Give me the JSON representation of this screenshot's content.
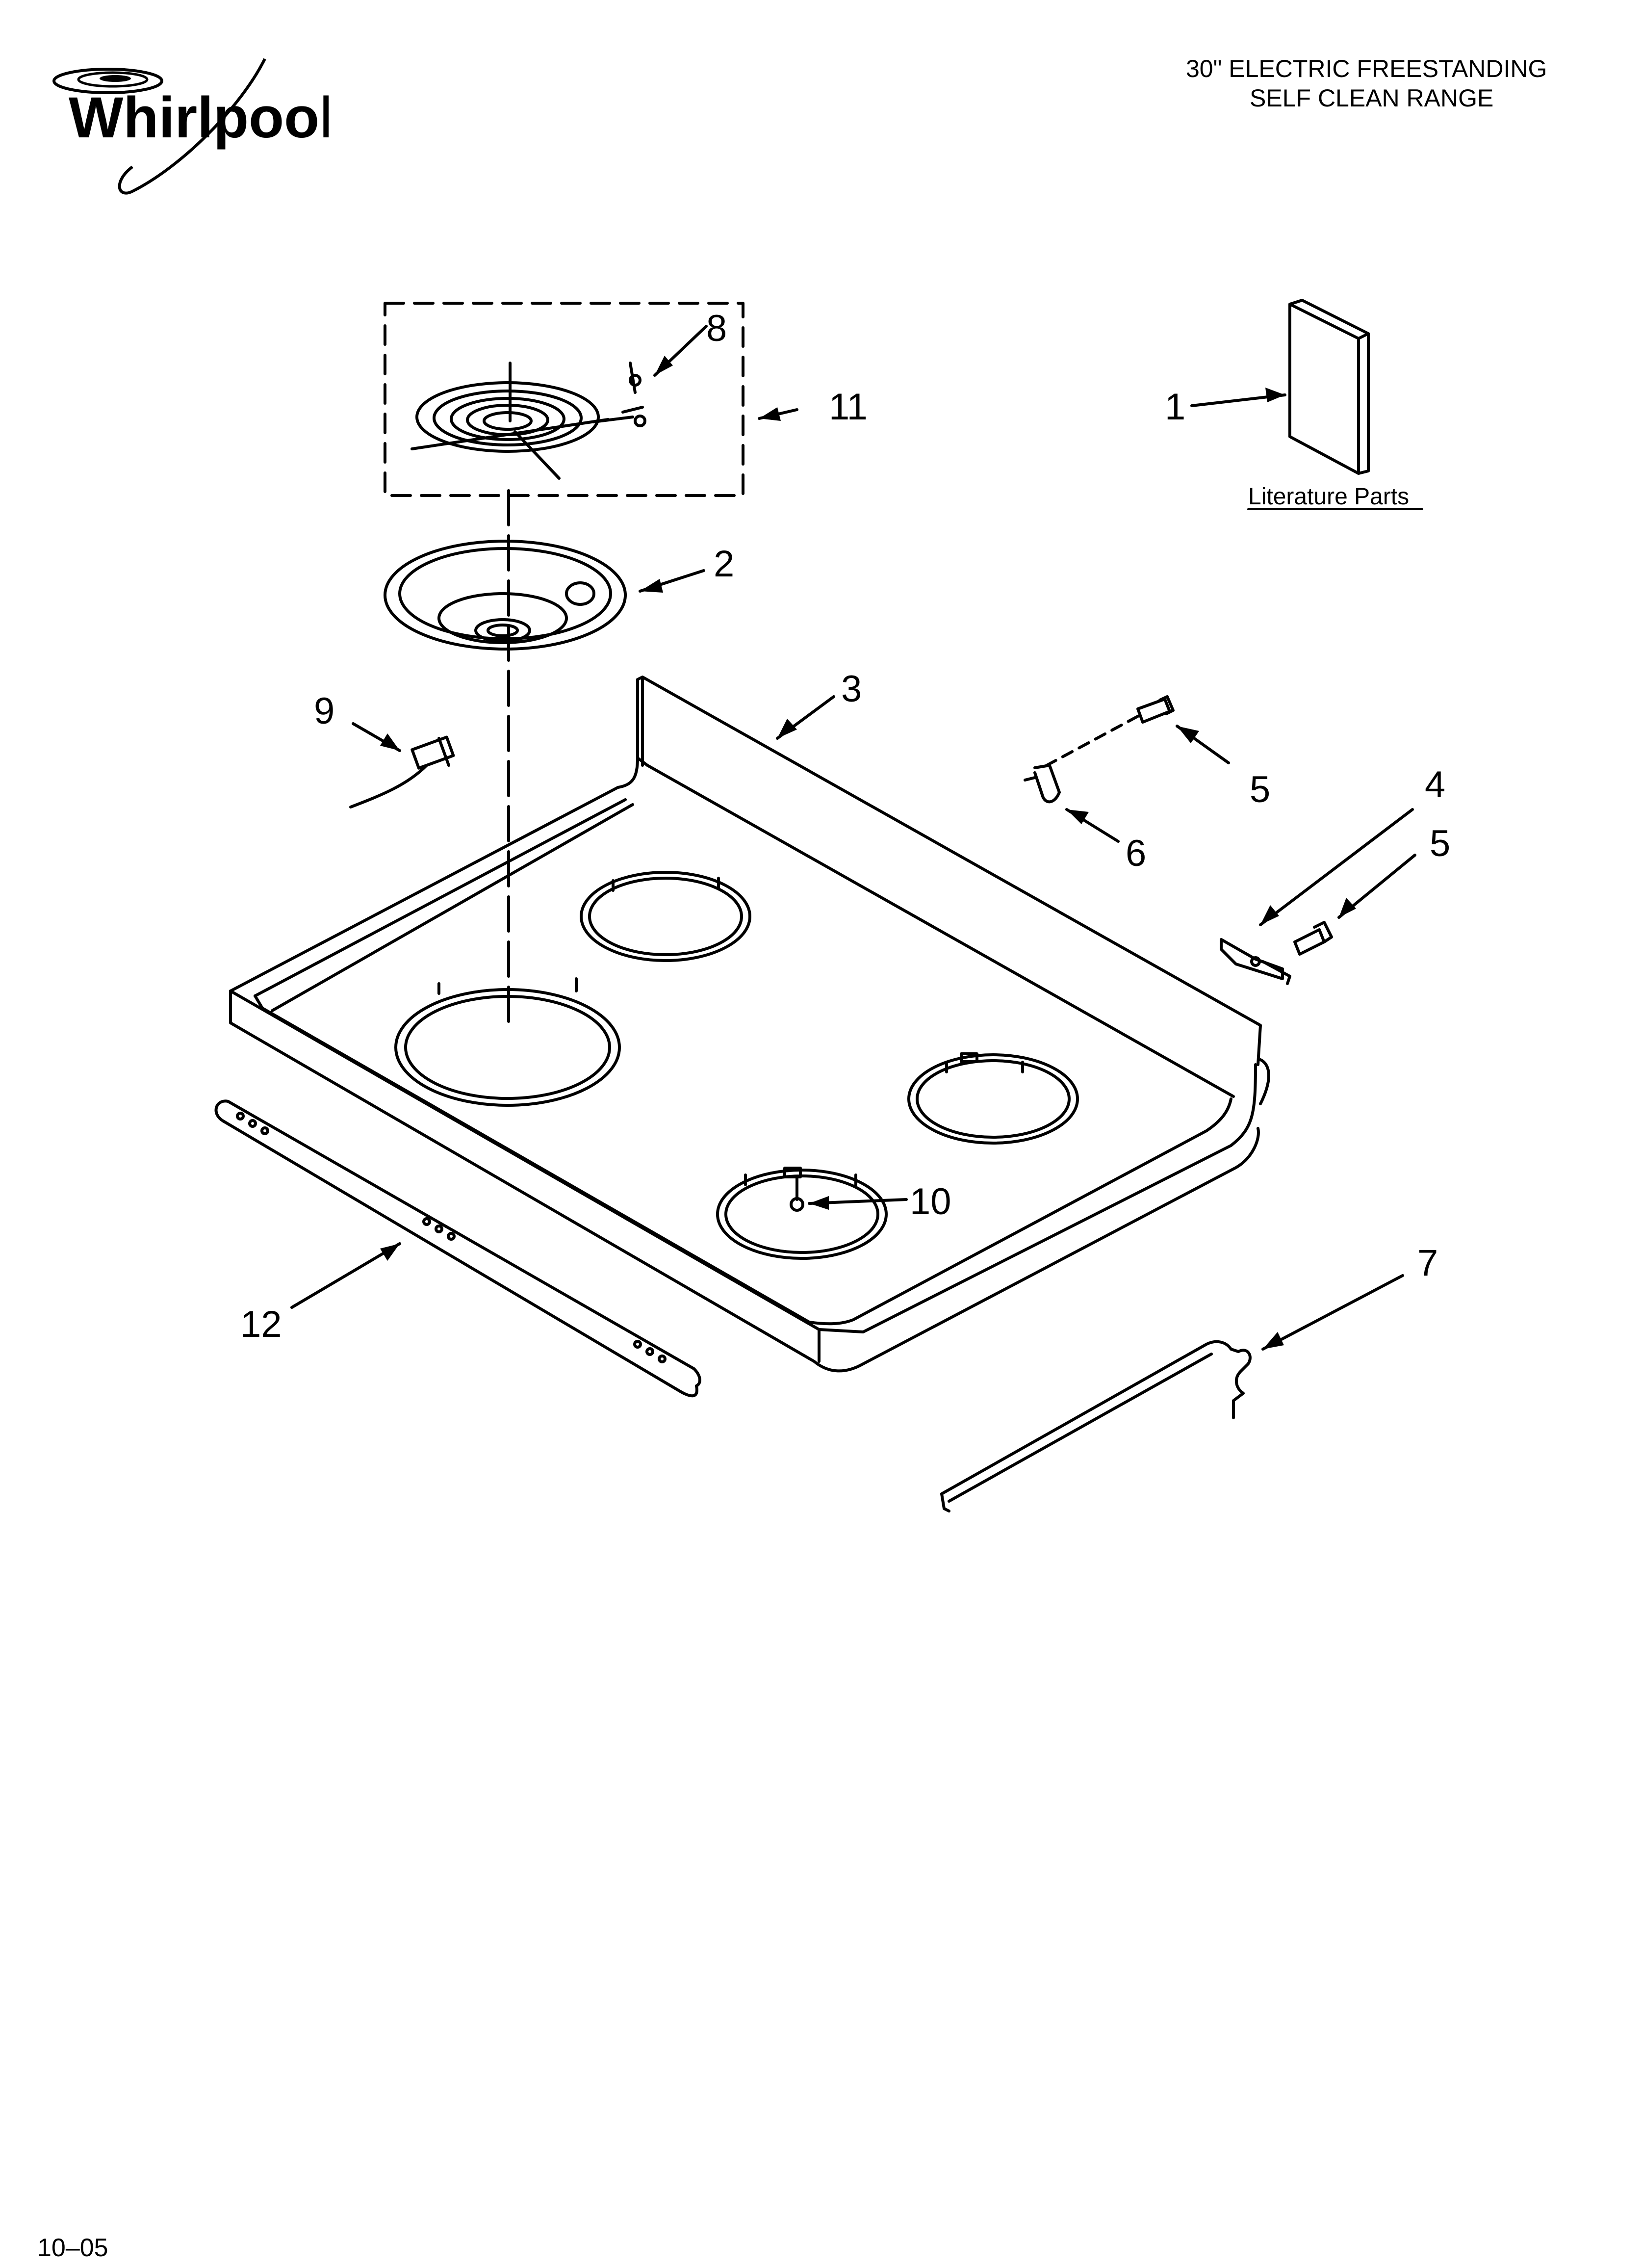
{
  "brand": {
    "name": "Whirlpool"
  },
  "header": {
    "title_line1": "30\" ELECTRIC FREESTANDING",
    "title_line2": "SELF CLEAN RANGE"
  },
  "callouts": {
    "c1": "1",
    "c2": "2",
    "c3": "3",
    "c4": "4",
    "c5a": "5",
    "c5b": "5",
    "c6": "6",
    "c7": "7",
    "c8": "8",
    "c9": "9",
    "c10": "10",
    "c11": "11",
    "c12": "12"
  },
  "literature": {
    "label": "Literature Parts"
  },
  "footer": {
    "date_code": "10–05"
  },
  "colors": {
    "ink": "#000000",
    "paper": "#ffffff"
  }
}
